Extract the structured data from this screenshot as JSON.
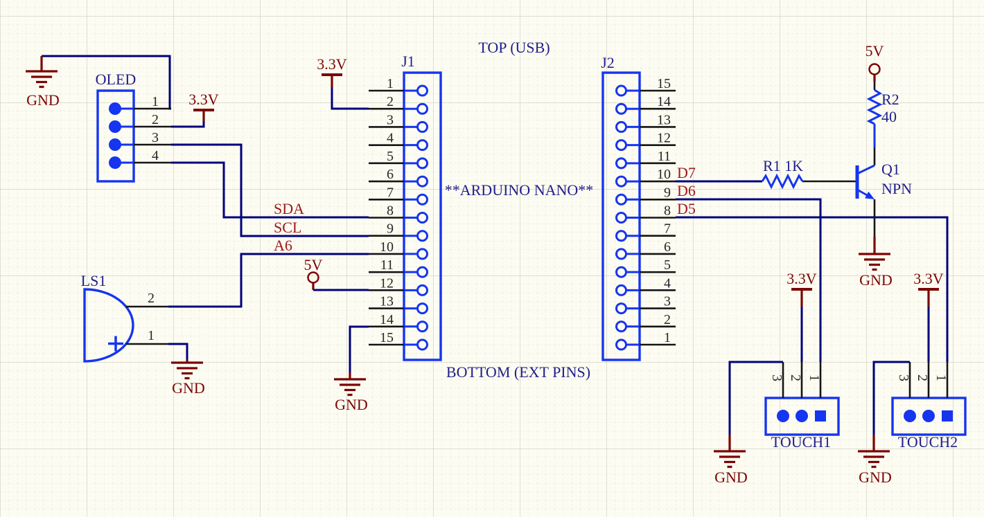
{
  "sheet": {
    "background_color": "#FDFCF2",
    "grid_minor_color": "#E7E7DB",
    "grid_major_color": "#CBCBBE"
  },
  "colors": {
    "component_blue": "#1535F0",
    "wire_navy": "#00007D",
    "designator_navy": "#20208C",
    "pin_number_black": "#262626",
    "power_red": "#7A0505",
    "net_label_red": "#9B1A1A"
  },
  "annotations": {
    "top": "TOP (USB)",
    "center": "**ARDUINO NANO**",
    "bottom": "BOTTOM (EXT PINS)"
  },
  "components": {
    "oled": {
      "designator": "OLED",
      "pins": [
        "1",
        "2",
        "3",
        "4"
      ]
    },
    "speaker": {
      "designator": "LS1",
      "pin_top": "2",
      "pin_bottom": "1",
      "polarity": "+"
    },
    "j1": {
      "designator": "J1",
      "pins": [
        "1",
        "2",
        "3",
        "4",
        "5",
        "6",
        "7",
        "8",
        "9",
        "10",
        "11",
        "12",
        "13",
        "14",
        "15"
      ]
    },
    "j2": {
      "designator": "J2",
      "pins": [
        "15",
        "14",
        "13",
        "12",
        "11",
        "10",
        "9",
        "8",
        "7",
        "6",
        "5",
        "4",
        "3",
        "2",
        "1"
      ]
    },
    "r1": {
      "label": "R1 1K"
    },
    "r2": {
      "designator": "R2",
      "value": "40"
    },
    "q1": {
      "designator": "Q1",
      "type": "NPN"
    },
    "touch1": {
      "designator": "TOUCH1",
      "pins": [
        "3",
        "2",
        "1"
      ]
    },
    "touch2": {
      "designator": "TOUCH2",
      "pins": [
        "3",
        "2",
        "1"
      ]
    }
  },
  "net_labels": {
    "sda": "SDA",
    "scl": "SCL",
    "a6": "A6",
    "d7": "D7",
    "d6": "D6",
    "d5": "D5"
  },
  "power_ports": {
    "gnd": "GND",
    "v33": "3.3V",
    "v5": "5V"
  }
}
